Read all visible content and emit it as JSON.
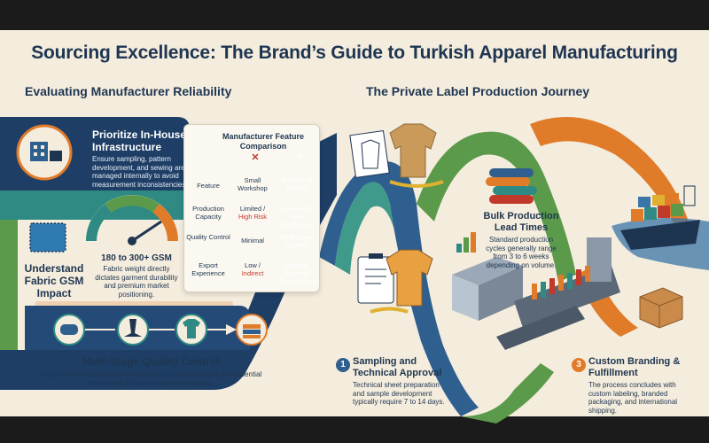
{
  "title": "Sourcing Excellence: The Brand’s Guide to Turkish Apparel Manufacturing",
  "left_section": {
    "heading": "Evaluating Manufacturer Reliability",
    "in_house": {
      "title": "Prioritize In-House Infrastructure",
      "text": "Ensure sampling, pattern development, and sewing are managed internally to avoid measurement inconsistencies."
    },
    "gsm": {
      "label": "Understand Fabric GSM Impact",
      "range": "180 to 300+ GSM",
      "text": "Fabric weight directly dictates garment durability and premium market positioning."
    },
    "qc": {
      "title": "Multi-Stage Quality Control",
      "text": "Rigorous inspections from fabric arrival to final packaging are essential for meeting European export standards."
    }
  },
  "comparison": {
    "title": "Manufacturer Feature Comparison",
    "columns": [
      "Feature",
      "Small Workshop",
      "Structured Factory"
    ],
    "rows": [
      {
        "feature": "Production Capacity",
        "small_a": "Limited /",
        "small_b": "High Risk",
        "factory": "Structured Bulk Production"
      },
      {
        "feature": "Quality Control",
        "small_a": "Minimal",
        "small_b": "",
        "factory": "Multi-stage System"
      },
      {
        "feature": "Export Experience",
        "small_a": "Low /",
        "small_b": "Indirect",
        "factory": "Europe-focused Direct Export"
      }
    ],
    "colors": {
      "bad": "#c0392b",
      "good": "#2e7d4f"
    }
  },
  "right_section": {
    "heading": "The Private Label Production Journey",
    "step1": {
      "num": "1",
      "title": "Sampling and Technical Approval",
      "text": "Technical sheet preparation and sample development typically require 7 to 14 days."
    },
    "bulk": {
      "title": "Bulk Production Lead Times",
      "text": "Standard production cycles generally range from 3 to 6 weeks depending on volume."
    },
    "step3": {
      "num": "3",
      "title": "Custom Branding & Fulfillment",
      "text": "The process concludes with custom labeling, branded packaging, and international shipping."
    }
  },
  "palette": {
    "navy": "#1e3552",
    "teal": "#2f8a84",
    "green": "#5a9a4a",
    "orange": "#e07b2a",
    "cream": "#f4ecdc"
  }
}
